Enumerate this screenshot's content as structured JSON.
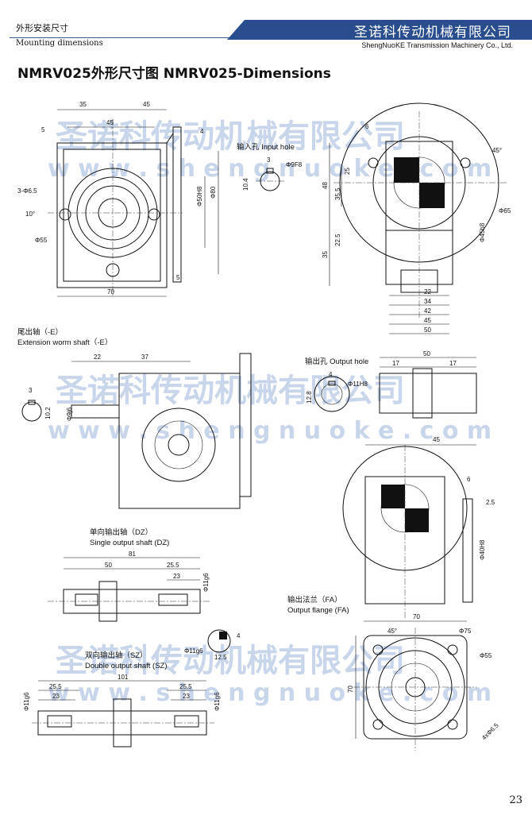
{
  "header": {
    "section_cn": "外形安装尺寸",
    "section_en": "Mounting dimensions",
    "company_cn": "圣诺科传动机械有限公司",
    "company_en": "ShengNuoKE Transmission Machinery Co., Ltd."
  },
  "title": "NMRV025外形尺寸图 NMRV025-Dimensions",
  "watermark": {
    "cn": "圣诺科传动机械有限公司",
    "en": "w w w . s h e n g n u o k e . c o m"
  },
  "labels": {
    "input_hole": "输入孔 Input hole",
    "tail_cn": "尾出轴（-E）",
    "tail_en": "Extension worm shaft（-E）",
    "output_hole": "输出孔 Output hole",
    "single_cn": "单向输出轴（DZ）",
    "single_en": "Single output shaft (DZ)",
    "double_cn": "双向输出轴（SZ）",
    "double_en": "Double output shaft (SZ)",
    "flange_cn": "输出法兰（FA）",
    "flange_en": "Output flange (FA)"
  },
  "dims": {
    "front": [
      "35",
      "45",
      "45",
      "4",
      "5",
      "3-Φ6.5",
      "10°",
      "Φ55",
      "Φ50H8",
      "Φ80",
      "5",
      "70"
    ],
    "input_hole": [
      "3",
      "Φ9F8",
      "10.4"
    ],
    "side": [
      "6",
      "45°",
      "48",
      "35.5",
      "25",
      "Φ65",
      "22.5",
      "35",
      "Φ45h8",
      "22",
      "34",
      "42",
      "45",
      "50"
    ],
    "tail": [
      "22",
      "37",
      "3",
      "10.2",
      "Φ9j6"
    ],
    "output_hole": [
      "4",
      "Φ11H8",
      "12.8",
      "50",
      "17",
      "17"
    ],
    "fa_side": [
      "45",
      "6",
      "2.5",
      "Φ40H8"
    ],
    "single": [
      "81",
      "50",
      "25.5",
      "23",
      "Φ11g6"
    ],
    "key": [
      "4",
      "Φ11g6",
      "12.5"
    ],
    "double": [
      "101",
      "25.5",
      "23",
      "25.5",
      "23",
      "Φ11g6",
      "Φ11g6"
    ],
    "flange": [
      "70",
      "45°",
      "Φ75",
      "Φ55",
      "70",
      "4xΦ6.5"
    ]
  },
  "page_number": "23"
}
